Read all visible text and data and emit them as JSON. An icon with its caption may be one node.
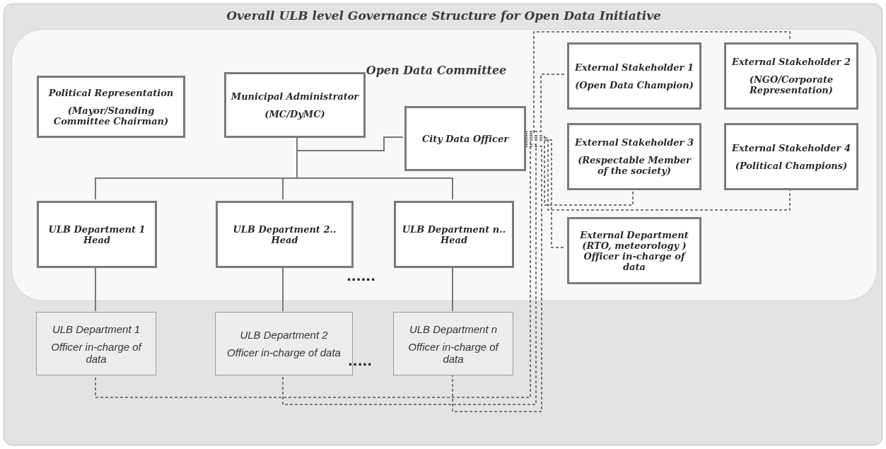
{
  "diagram": {
    "nodes": [
      {
        "text": [
          "Overall ULB level Governance Structure for Open Data Initiative"
        ]
      },
      {
        "text": [
          "Open Data Committee"
        ],
        "in": 0
      },
      {
        "text": [
          "Political Representation",
          "(Mayor/Standing Committee Chairman)"
        ],
        "in": 1
      },
      {
        "text": [
          "Municipal Administrator",
          "(MC/DyMC)"
        ],
        "in": 1
      },
      {
        "text": [
          "City Data Officer"
        ],
        "in": 1
      },
      {
        "text": [
          "External Stakeholder 1",
          "(Open Data Champion)"
        ],
        "in": 1
      },
      {
        "text": [
          "External Stakeholder 2",
          "(NGO/Corporate Representation)"
        ],
        "in": 1
      },
      {
        "text": [
          "External Stakeholder 3",
          "(Respectable Member of the society)"
        ],
        "in": 1
      },
      {
        "text": [
          "External Stakeholder 4",
          "(Political Champions)"
        ],
        "in": 1
      },
      {
        "text": [
          "ULB Department 1 Head"
        ],
        "in": 1
      },
      {
        "text": [
          "ULB Department 2.. Head"
        ],
        "in": 1
      },
      {
        "text": [
          "ULB Department n.. Head"
        ],
        "in": 1
      },
      {
        "text": [
          "External Department (RTO, meteorology ) Officer in-charge of data"
        ],
        "in": 1
      },
      {
        "text": [
          "ULB Department 1",
          "Officer in-charge of data"
        ],
        "in": 0
      },
      {
        "text": [
          "ULB Department 2",
          "Officer in-charge of data"
        ],
        "in": 0
      },
      {
        "text": [
          "ULB Department n",
          "Officer in-charge of data"
        ],
        "in": 0
      }
    ],
    "edges": [
      {
        "from": 3,
        "to": 4,
        "arrow": "none"
      },
      {
        "from": 3,
        "to": 9,
        "arrow": "none"
      },
      {
        "from": 3,
        "to": 10,
        "arrow": "none"
      },
      {
        "from": 3,
        "to": 11,
        "arrow": "none"
      },
      {
        "from": 9,
        "to": 13,
        "arrow": "none"
      },
      {
        "from": 10,
        "to": 14,
        "arrow": "none"
      },
      {
        "from": 11,
        "to": 15,
        "arrow": "none"
      },
      {
        "from": 4,
        "to": 5,
        "arrow": "none",
        "style": "dashed"
      },
      {
        "from": 4,
        "to": 6,
        "arrow": "none",
        "style": "dashed"
      },
      {
        "from": 4,
        "to": 7,
        "arrow": "none",
        "style": "dashed"
      },
      {
        "from": 4,
        "to": 8,
        "arrow": "none",
        "style": "dashed"
      },
      {
        "from": 4,
        "to": 12,
        "arrow": "none",
        "style": "dashed"
      },
      {
        "from": 4,
        "to": 13,
        "arrow": "none",
        "style": "dashed"
      },
      {
        "from": 4,
        "to": 14,
        "arrow": "none",
        "style": "dashed"
      },
      {
        "from": 4,
        "to": 15,
        "arrow": "none",
        "style": "dashed"
      }
    ],
    "labels": [
      "......",
      "....."
    ]
  }
}
